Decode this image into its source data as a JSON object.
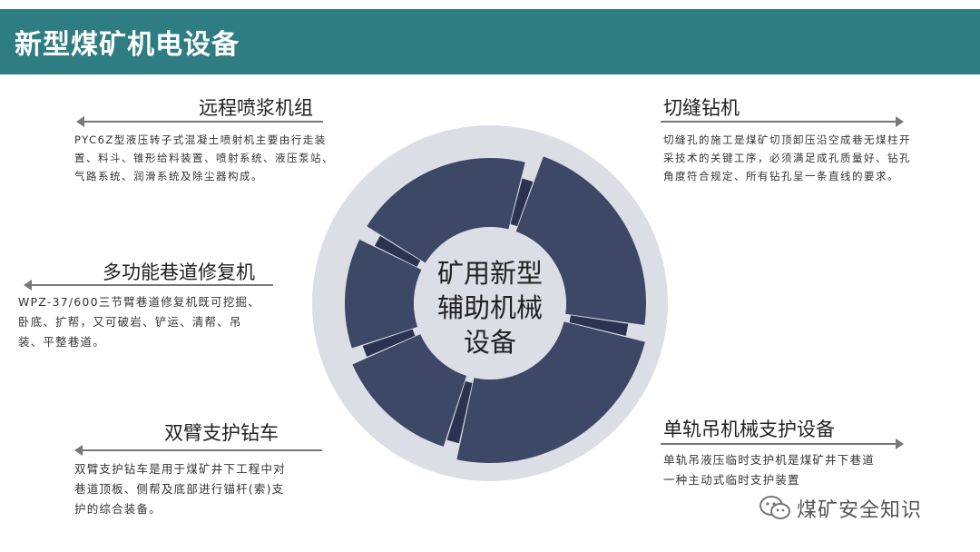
{
  "header": {
    "title": "新型煤矿机电设备"
  },
  "center": {
    "lines": [
      "矿用新型",
      "辅助机械",
      "设备"
    ]
  },
  "blocks": {
    "top_left": {
      "title": "远程喷浆机组",
      "desc": [
        "PYC6Z型液压转子式混凝土喷射机主要由行走装",
        "置、料斗、锥形给料装置、喷射系统、液压泵站、",
        "气路系统、润滑系统及除尘器构成。"
      ]
    },
    "mid_left": {
      "title": "多功能巷道修复机",
      "desc": [
        "WPZ-37/600三节臂巷道修复机既可挖掘、",
        "卧底、扩帮，又可破岩、铲运、清帮、吊",
        "装、平整巷道。"
      ]
    },
    "bottom_left": {
      "title": "双臂支护钻车",
      "desc": [
        "双臂支护钻车是用于煤矿井下工程中对",
        "巷道顶板、侧帮及底部进行锚杆(索)支",
        "护的综合装备。"
      ]
    },
    "top_right": {
      "title": "切缝钻机",
      "desc": [
        "切缝孔的施工是煤矿切顶卸压沿空成巷无煤柱开",
        "采技术的关键工序，必须满足成孔质量好、钻孔",
        "角度符合规定、所有钻孔呈一条直线的要求。"
      ]
    },
    "bottom_right": {
      "title": "单轨吊机械支护设备",
      "desc": [
        "单轨吊液压临时支护机是煤矿井下巷道",
        "一种主动式临时支护装置"
      ]
    }
  },
  "watermark": {
    "text": "煤矿安全知识",
    "icon": "wechat-icon"
  },
  "colors": {
    "header_bg": "#2e7d82",
    "segment": "#3d4766",
    "segment_dark": "#2b3350",
    "ring": "#dcdee6",
    "center_fill": "#dcdee6",
    "arrow": "#777777"
  }
}
